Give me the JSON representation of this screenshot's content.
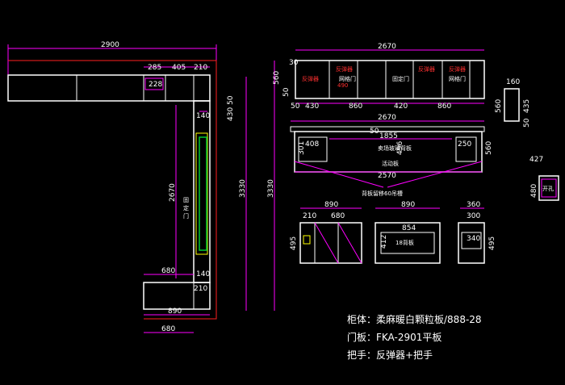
{
  "colors": {
    "background": "#000000",
    "cabinet": "#ffffff",
    "dimension": "#ff00ff",
    "red": "#ff2020",
    "yellow": "#ffff00",
    "green": "#00cc33",
    "cyan": "#00ffff"
  },
  "plan": {
    "top_width": "2900",
    "upper_285": "285",
    "upper_405": "405",
    "upper_210": "210",
    "inner_228": "228",
    "side_140": "140",
    "side_430": "430",
    "side_50": "50",
    "wall_2670": "2670",
    "door_label": "固定门",
    "total_3330_a": "3330",
    "total_3330_b": "3330",
    "bottom_680a": "680",
    "bottom_140": "140",
    "bottom_210": "210",
    "bottom_890": "890",
    "bottom_680b": "680"
  },
  "upper_cabinet": {
    "width": "2670",
    "h_560": "560",
    "h_50": "50",
    "h_30": "30",
    "labels": [
      "反弹器",
      "反弹器",
      "反弹器",
      "反弹器"
    ],
    "mesh_labels": [
      "网格门",
      "网格门"
    ],
    "fixed_label": "固定门",
    "num_490": "490",
    "seg_430": "430",
    "seg_860a": "860",
    "seg_420": "420",
    "seg_860b": "860",
    "seg_50": "50",
    "side_160": "160",
    "side_560": "560",
    "side_435": "435",
    "side_50": "50"
  },
  "wall_section": {
    "width": "2670",
    "top_50": "50",
    "inner_1855": "1855",
    "left_408": "408",
    "left_301": "301",
    "back_label": "卖场玻璃背板",
    "shelf_label": "活动板",
    "mid_496": "496",
    "right_250": "250",
    "right_560": "560",
    "bottom_2570": "2570",
    "note": "背板留移60吊槽"
  },
  "lower_cabinets": {
    "a_890": "890",
    "a_210": "210",
    "a_680": "680",
    "a_495": "495",
    "b_890": "890",
    "b_854": "854",
    "b_412": "412",
    "b_label": "18背板",
    "c_360": "360",
    "c_300": "300",
    "c_340": "340",
    "c_495": "495",
    "d_427": "427",
    "d_480": "480",
    "d_label": "开孔"
  },
  "notes": {
    "line1": "柜体：柔麻暖白颗粒板/888-28",
    "line2": "门板：FKA-2901平板",
    "line3": "把手：反弹器+把手"
  }
}
